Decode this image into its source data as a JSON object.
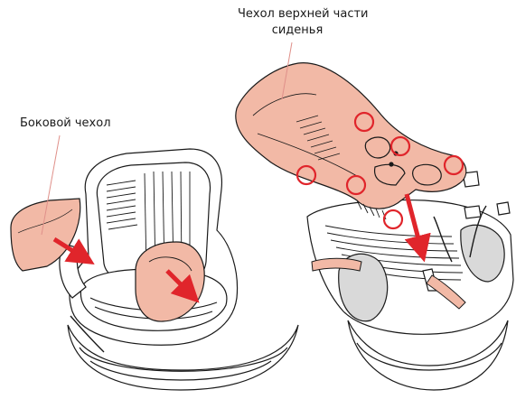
{
  "labels": {
    "side_cover": "Боковой чехол",
    "top_cover_line1": "Чехол верхней части",
    "top_cover_line2": "сиденья"
  },
  "colors": {
    "cover_fill": "#f2b9a6",
    "line": "#1a1a1a",
    "arrow": "#e0252b",
    "marker": "#e0252b",
    "shade": "#d9d9d9"
  },
  "icons": [
    "red-arrow-icon",
    "red-circle-marker-icon"
  ]
}
